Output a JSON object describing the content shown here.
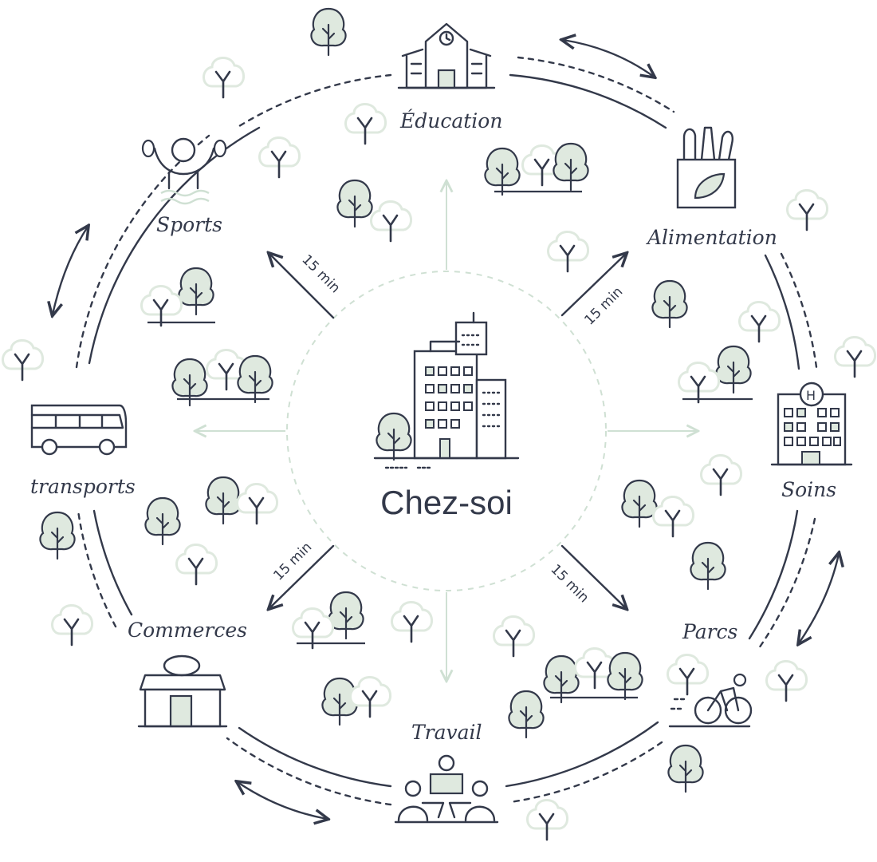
{
  "center": {
    "label": "Chez-soi"
  },
  "destinations": {
    "education": "Éducation",
    "alimentation": "Alimentation",
    "soins": "Soins",
    "parcs": "Parcs",
    "travail": "Travail",
    "commerces": "Commerces",
    "transports": "transports",
    "sports": "Sports"
  },
  "distance_labels": {
    "nw": "15 min",
    "ne": "15 min",
    "sw": "15 min",
    "se": "15 min"
  },
  "icons": [
    "school-icon",
    "grocery-bag-icon",
    "hospital-icon",
    "cyclist-icon",
    "meeting-icon",
    "shop-icon",
    "bus-icon",
    "athlete-icon",
    "apartment-buildings-icon",
    "tree-icon",
    "bidirectional-arrow-icon"
  ],
  "colors": {
    "ink": "#33394a",
    "green": "#dfe9df",
    "light_arrow": "#cfe0d3"
  }
}
